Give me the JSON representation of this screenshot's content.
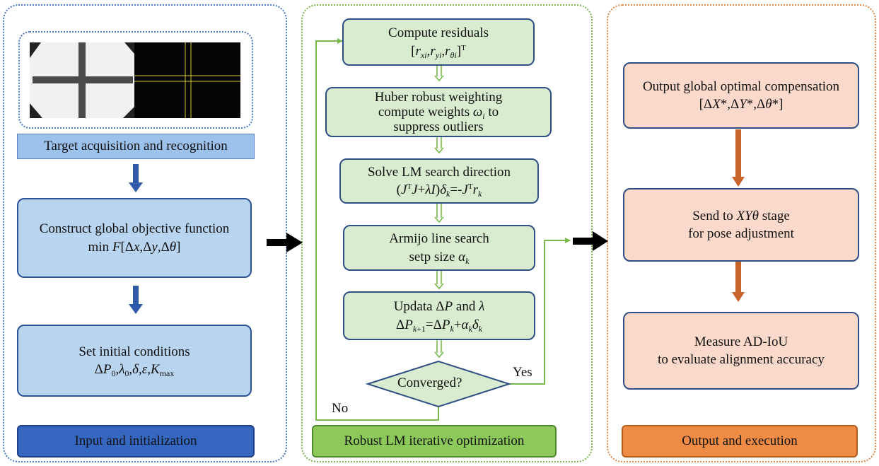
{
  "panels": {
    "input": {
      "footer_label": "Input and initialization",
      "target_label": "Target acquisition and recognition",
      "construct": {
        "line1": "Construct global objective function",
        "line2": "min F[Δx,Δy,Δθ]"
      },
      "initial": {
        "line1": "Set initial conditions",
        "line2": "ΔP0,λ0,δ,ε,Kmax"
      }
    },
    "optimization": {
      "footer_label": "Robust LM iterative optimization",
      "residuals": {
        "line1": "Compute residuals",
        "line2": "[rxi,ryi,rθi]T"
      },
      "huber": {
        "line1": "Huber robust weighting",
        "line2": "compute weights ωi to",
        "line3": "suppress outliers"
      },
      "lm_direction": {
        "line1": "Solve LM search direction",
        "line2": "(JTJ+λI)δk=-JTrk"
      },
      "armijo": {
        "line1": "Armijo line search",
        "line2": "setp size αk"
      },
      "update": {
        "line1": "Updata ΔP and λ",
        "line2": "ΔPk+1=ΔPk+αkδk"
      },
      "converged": "Converged?",
      "yes_label": "Yes",
      "no_label": "No"
    },
    "output": {
      "footer_label": "Output and execution",
      "compensation": {
        "line1": "Output global optimal compensation",
        "line2": "[ΔX*,ΔY*,Δθ*]"
      },
      "stage": {
        "line1": "Send to XYθ stage",
        "line2": "for pose adjustment"
      },
      "measure": {
        "line1": "Measure AD-IoU",
        "line2": "to evaluate alignment accuracy"
      }
    }
  },
  "colors": {
    "input_accent": "#3566c0",
    "optimization_accent": "#8cc85a",
    "output_accent": "#ee8c46",
    "blue_box": "#b8d4ee",
    "green_box": "#d9ecd0",
    "peach_box": "#fbdacb"
  }
}
